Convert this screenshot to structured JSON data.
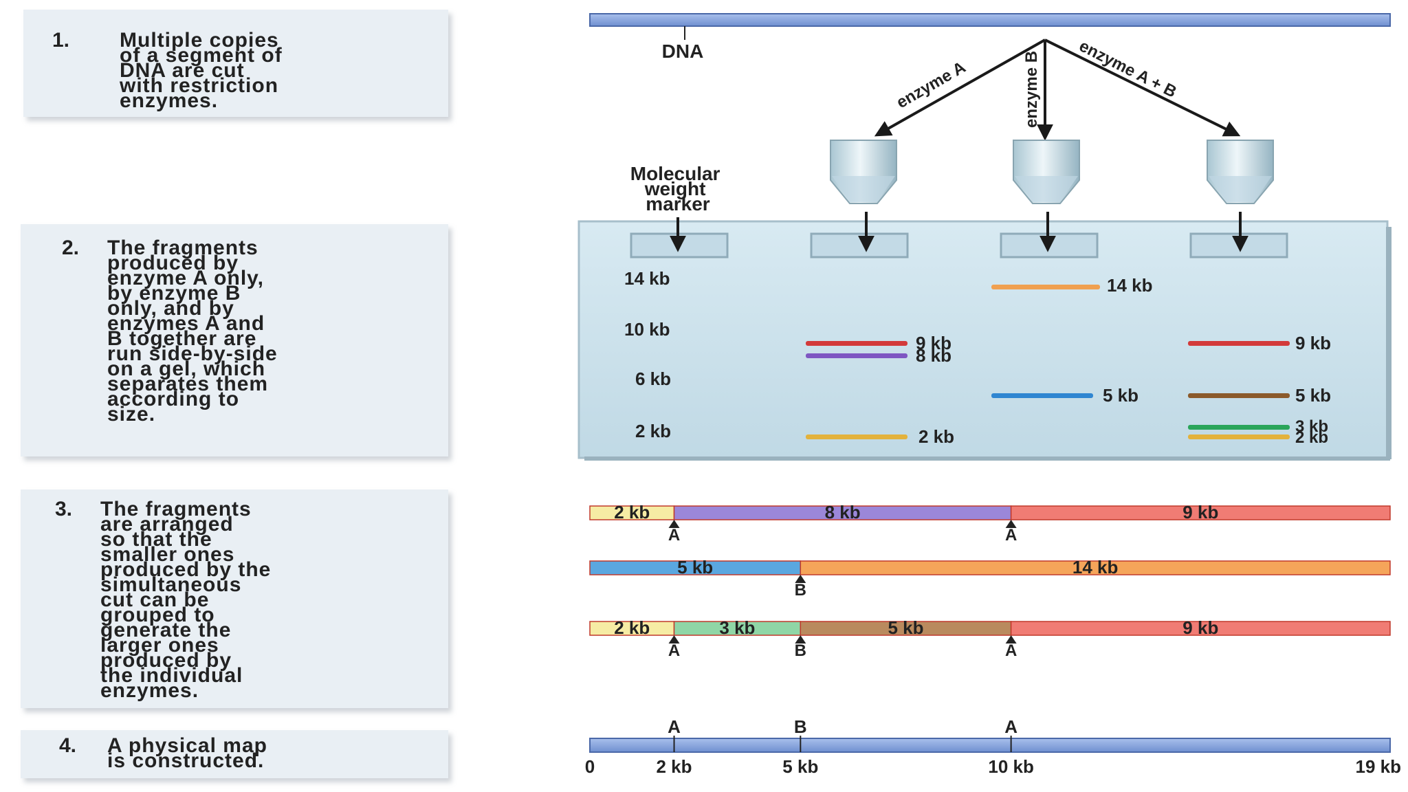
{
  "steps": [
    {
      "number": "1.",
      "text": "Multiple copies\nof a segment of\nDNA are cut\nwith restriction\nenzymes."
    },
    {
      "number": "2.",
      "text": "The fragments\nproduced by\nenzyme A only,\nby enzyme B\nonly, and by\nenzymes A and\nB together are\nrun side-by-side\non a gel, which\nseparates them\naccording to\nsize."
    },
    {
      "number": "3.",
      "text": "The fragments\nare arranged\nso that the\nsmaller ones\nproduced by the\nsimultaneous\ncut can be\ngrouped to\ngenerate the\nlarger ones\nproduced by\nthe individual\nenzymes."
    },
    {
      "number": "4.",
      "text": "A physical map\nis constructed."
    }
  ],
  "dna_label": "DNA",
  "enzymes": {
    "a": "enzyme A",
    "b": "enzyme B",
    "ab": "enzyme A + B"
  },
  "marker_label": "Molecular\nweight\nmarker",
  "marker_ladder": [
    "14 kb",
    "10 kb",
    "6 kb",
    "2 kb"
  ],
  "gel_lanes": {
    "enzyme_a": [
      {
        "label": "9 kb",
        "color": "#d33a3a"
      },
      {
        "label": "8 kb",
        "color": "#7e57c2"
      },
      {
        "label": "2 kb",
        "color": "#e3b23c"
      }
    ],
    "enzyme_b": [
      {
        "label": "14 kb",
        "color": "#f0a050"
      },
      {
        "label": "5 kb",
        "color": "#2f86d1"
      }
    ],
    "enzyme_ab": [
      {
        "label": "9 kb",
        "color": "#d33a3a"
      },
      {
        "label": "5 kb",
        "color": "#8b5a2b"
      },
      {
        "label": "3 kb",
        "color": "#2aa55a"
      },
      {
        "label": "2 kb",
        "color": "#e3b23c"
      }
    ]
  },
  "arrangements": [
    {
      "segments": [
        {
          "label": "2 kb",
          "kb": 2,
          "color": "#f6eca4"
        },
        {
          "label": "8 kb",
          "kb": 8,
          "color": "#9b87d9"
        },
        {
          "label": "9 kb",
          "kb": 9,
          "color": "#f07c74"
        }
      ],
      "sites": [
        "A",
        "A"
      ]
    },
    {
      "segments": [
        {
          "label": "5 kb",
          "kb": 5,
          "color": "#5aa7e0"
        },
        {
          "label": "14 kb",
          "kb": 14,
          "color": "#f5a55a"
        }
      ],
      "sites": [
        "B"
      ]
    },
    {
      "segments": [
        {
          "label": "2 kb",
          "kb": 2,
          "color": "#f6eca4"
        },
        {
          "label": "3 kb",
          "kb": 3,
          "color": "#8fd6a6"
        },
        {
          "label": "5 kb",
          "kb": 5,
          "color": "#b98a5e"
        },
        {
          "label": "9 kb",
          "kb": 9,
          "color": "#f07c74"
        }
      ],
      "sites": [
        "A",
        "B",
        "A"
      ]
    }
  ],
  "physical_map": {
    "sites": [
      {
        "label": "A",
        "kb": 2
      },
      {
        "label": "B",
        "kb": 5
      },
      {
        "label": "A",
        "kb": 10
      }
    ],
    "scale": [
      {
        "label": "0",
        "kb": 0
      },
      {
        "label": "2 kb",
        "kb": 2
      },
      {
        "label": "5 kb",
        "kb": 5
      },
      {
        "label": "10 kb",
        "kb": 10
      },
      {
        "label": "19 kb",
        "kb": 19
      }
    ],
    "total_kb": 19
  },
  "colors": {
    "dna": "#7f9fd8",
    "dna_stroke": "#4a68a8",
    "gel": "#cfe3ee",
    "arrow": "#1a1a1a"
  }
}
